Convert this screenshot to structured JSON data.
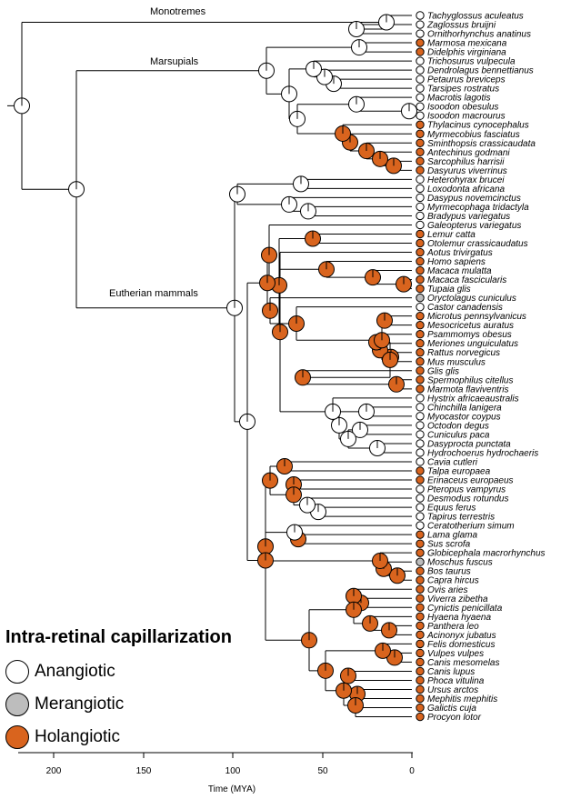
{
  "colors": {
    "anangiotic": "#ffffff",
    "merangiotic": "#bdbdbd",
    "holangiotic": "#d9641e",
    "line": "#000000"
  },
  "clades": {
    "monotremes": "Monotremes",
    "marsupials": "Marsupials",
    "eutherians": "Eutherian mammals"
  },
  "axis": {
    "title": "Time (MYA)",
    "ticks": [
      "200",
      "150",
      "100",
      "50",
      "0"
    ]
  },
  "legend": {
    "title": "Intra-retinal capillarization",
    "items": [
      {
        "label": "Anangiotic",
        "state": "anangiotic"
      },
      {
        "label": "Merangiotic",
        "state": "merangiotic"
      },
      {
        "label": "Holangiotic",
        "state": "holangiotic"
      }
    ]
  },
  "taxa": [
    {
      "name": "Tachyglossus aculeatus",
      "state": "anangiotic"
    },
    {
      "name": "Zaglossus bruijni",
      "state": "anangiotic"
    },
    {
      "name": "Ornithorhynchus anatinus",
      "state": "anangiotic"
    },
    {
      "name": "Marmosa mexicana",
      "state": "holangiotic"
    },
    {
      "name": "Didelphis virginiana",
      "state": "holangiotic"
    },
    {
      "name": "Trichosurus vulpecula",
      "state": "anangiotic"
    },
    {
      "name": "Dendrolagus bennettianus",
      "state": "anangiotic"
    },
    {
      "name": "Petaurus breviceps",
      "state": "anangiotic"
    },
    {
      "name": "Tarsipes rostratus",
      "state": "anangiotic"
    },
    {
      "name": "Macrotis lagotis",
      "state": "anangiotic"
    },
    {
      "name": "Isoodon obesulus",
      "state": "anangiotic"
    },
    {
      "name": "Isoodon macrourus",
      "state": "anangiotic"
    },
    {
      "name": "Thylacinus cynocephalus",
      "state": "holangiotic"
    },
    {
      "name": "Myrmecobius fasciatus",
      "state": "holangiotic"
    },
    {
      "name": "Sminthopsis crassicaudata",
      "state": "holangiotic"
    },
    {
      "name": "Antechinus godmani",
      "state": "holangiotic"
    },
    {
      "name": "Sarcophilus harrisii",
      "state": "holangiotic"
    },
    {
      "name": "Dasyurus viverrinus",
      "state": "holangiotic"
    },
    {
      "name": "Heterohyrax brucei",
      "state": "anangiotic"
    },
    {
      "name": "Loxodonta africana",
      "state": "anangiotic"
    },
    {
      "name": "Dasypus novemcinctus",
      "state": "anangiotic"
    },
    {
      "name": "Myrmecophaga tridactyla",
      "state": "anangiotic"
    },
    {
      "name": "Bradypus variegatus",
      "state": "anangiotic"
    },
    {
      "name": "Galeopterus variegatus",
      "state": "anangiotic"
    },
    {
      "name": "Lemur catta",
      "state": "holangiotic"
    },
    {
      "name": "Otolemur crassicaudatus",
      "state": "holangiotic"
    },
    {
      "name": "Aotus trivirgatus",
      "state": "holangiotic"
    },
    {
      "name": "Homo sapiens",
      "state": "holangiotic"
    },
    {
      "name": "Macaca mulatta",
      "state": "holangiotic"
    },
    {
      "name": "Macaca fascicularis",
      "state": "holangiotic"
    },
    {
      "name": "Tupaia glis",
      "state": "holangiotic"
    },
    {
      "name": "Oryctolagus cuniculus",
      "state": "merangiotic"
    },
    {
      "name": "Castor canadensis",
      "state": "anangiotic"
    },
    {
      "name": "Microtus pennsylvanicus",
      "state": "holangiotic"
    },
    {
      "name": "Mesocricetus auratus",
      "state": "holangiotic"
    },
    {
      "name": "Psammomys obesus",
      "state": "holangiotic"
    },
    {
      "name": "Meriones unguiculatus",
      "state": "holangiotic"
    },
    {
      "name": "Rattus norvegicus",
      "state": "holangiotic"
    },
    {
      "name": "Mus musculus",
      "state": "holangiotic"
    },
    {
      "name": "Glis glis",
      "state": "holangiotic"
    },
    {
      "name": "Spermophilus citellus",
      "state": "holangiotic"
    },
    {
      "name": "Marmota flaviventris",
      "state": "holangiotic"
    },
    {
      "name": "Hystrix africaeaustralis",
      "state": "anangiotic"
    },
    {
      "name": "Chinchilla lanigera",
      "state": "anangiotic"
    },
    {
      "name": "Myocastor coypus",
      "state": "anangiotic"
    },
    {
      "name": "Octodon degus",
      "state": "anangiotic"
    },
    {
      "name": "Cuniculus paca",
      "state": "anangiotic"
    },
    {
      "name": "Dasyprocta punctata",
      "state": "anangiotic"
    },
    {
      "name": "Hydrochoerus hydrochaeris",
      "state": "anangiotic"
    },
    {
      "name": "Cavia cutleri",
      "state": "anangiotic"
    },
    {
      "name": "Talpa europaea",
      "state": "holangiotic"
    },
    {
      "name": "Erinaceus europaeus",
      "state": "holangiotic"
    },
    {
      "name": "Pteropus vampyrus",
      "state": "anangiotic"
    },
    {
      "name": "Desmodus rotundus",
      "state": "anangiotic"
    },
    {
      "name": "Equus ferus",
      "state": "anangiotic"
    },
    {
      "name": "Tapirus terrestris",
      "state": "anangiotic"
    },
    {
      "name": "Ceratotherium simum",
      "state": "anangiotic"
    },
    {
      "name": "Lama glama",
      "state": "holangiotic"
    },
    {
      "name": "Sus scrofa",
      "state": "holangiotic"
    },
    {
      "name": "Globicephala macrorhynchus",
      "state": "holangiotic"
    },
    {
      "name": "Moschus fuscus",
      "state": "merangiotic"
    },
    {
      "name": "Bos taurus",
      "state": "holangiotic"
    },
    {
      "name": "Capra hircus",
      "state": "holangiotic"
    },
    {
      "name": "Ovis aries",
      "state": "holangiotic"
    },
    {
      "name": "Viverra zibetha",
      "state": "holangiotic"
    },
    {
      "name": "Cynictis penicillata",
      "state": "holangiotic"
    },
    {
      "name": "Hyaena hyaena",
      "state": "holangiotic"
    },
    {
      "name": "Panthera leo",
      "state": "holangiotic"
    },
    {
      "name": "Acinonyx jubatus",
      "state": "holangiotic"
    },
    {
      "name": "Felis domesticus",
      "state": "holangiotic"
    },
    {
      "name": "Vulpes vulpes",
      "state": "holangiotic"
    },
    {
      "name": "Canis mesomelas",
      "state": "holangiotic"
    },
    {
      "name": "Canis lupus",
      "state": "holangiotic"
    },
    {
      "name": "Phoca vitulina",
      "state": "holangiotic"
    },
    {
      "name": "Ursus arctos",
      "state": "holangiotic"
    },
    {
      "name": "Mephitis mephitis",
      "state": "holangiotic"
    },
    {
      "name": "Galictis cuja",
      "state": "holangiotic"
    },
    {
      "name": "Procyon lotor",
      "state": "holangiotic"
    }
  ]
}
